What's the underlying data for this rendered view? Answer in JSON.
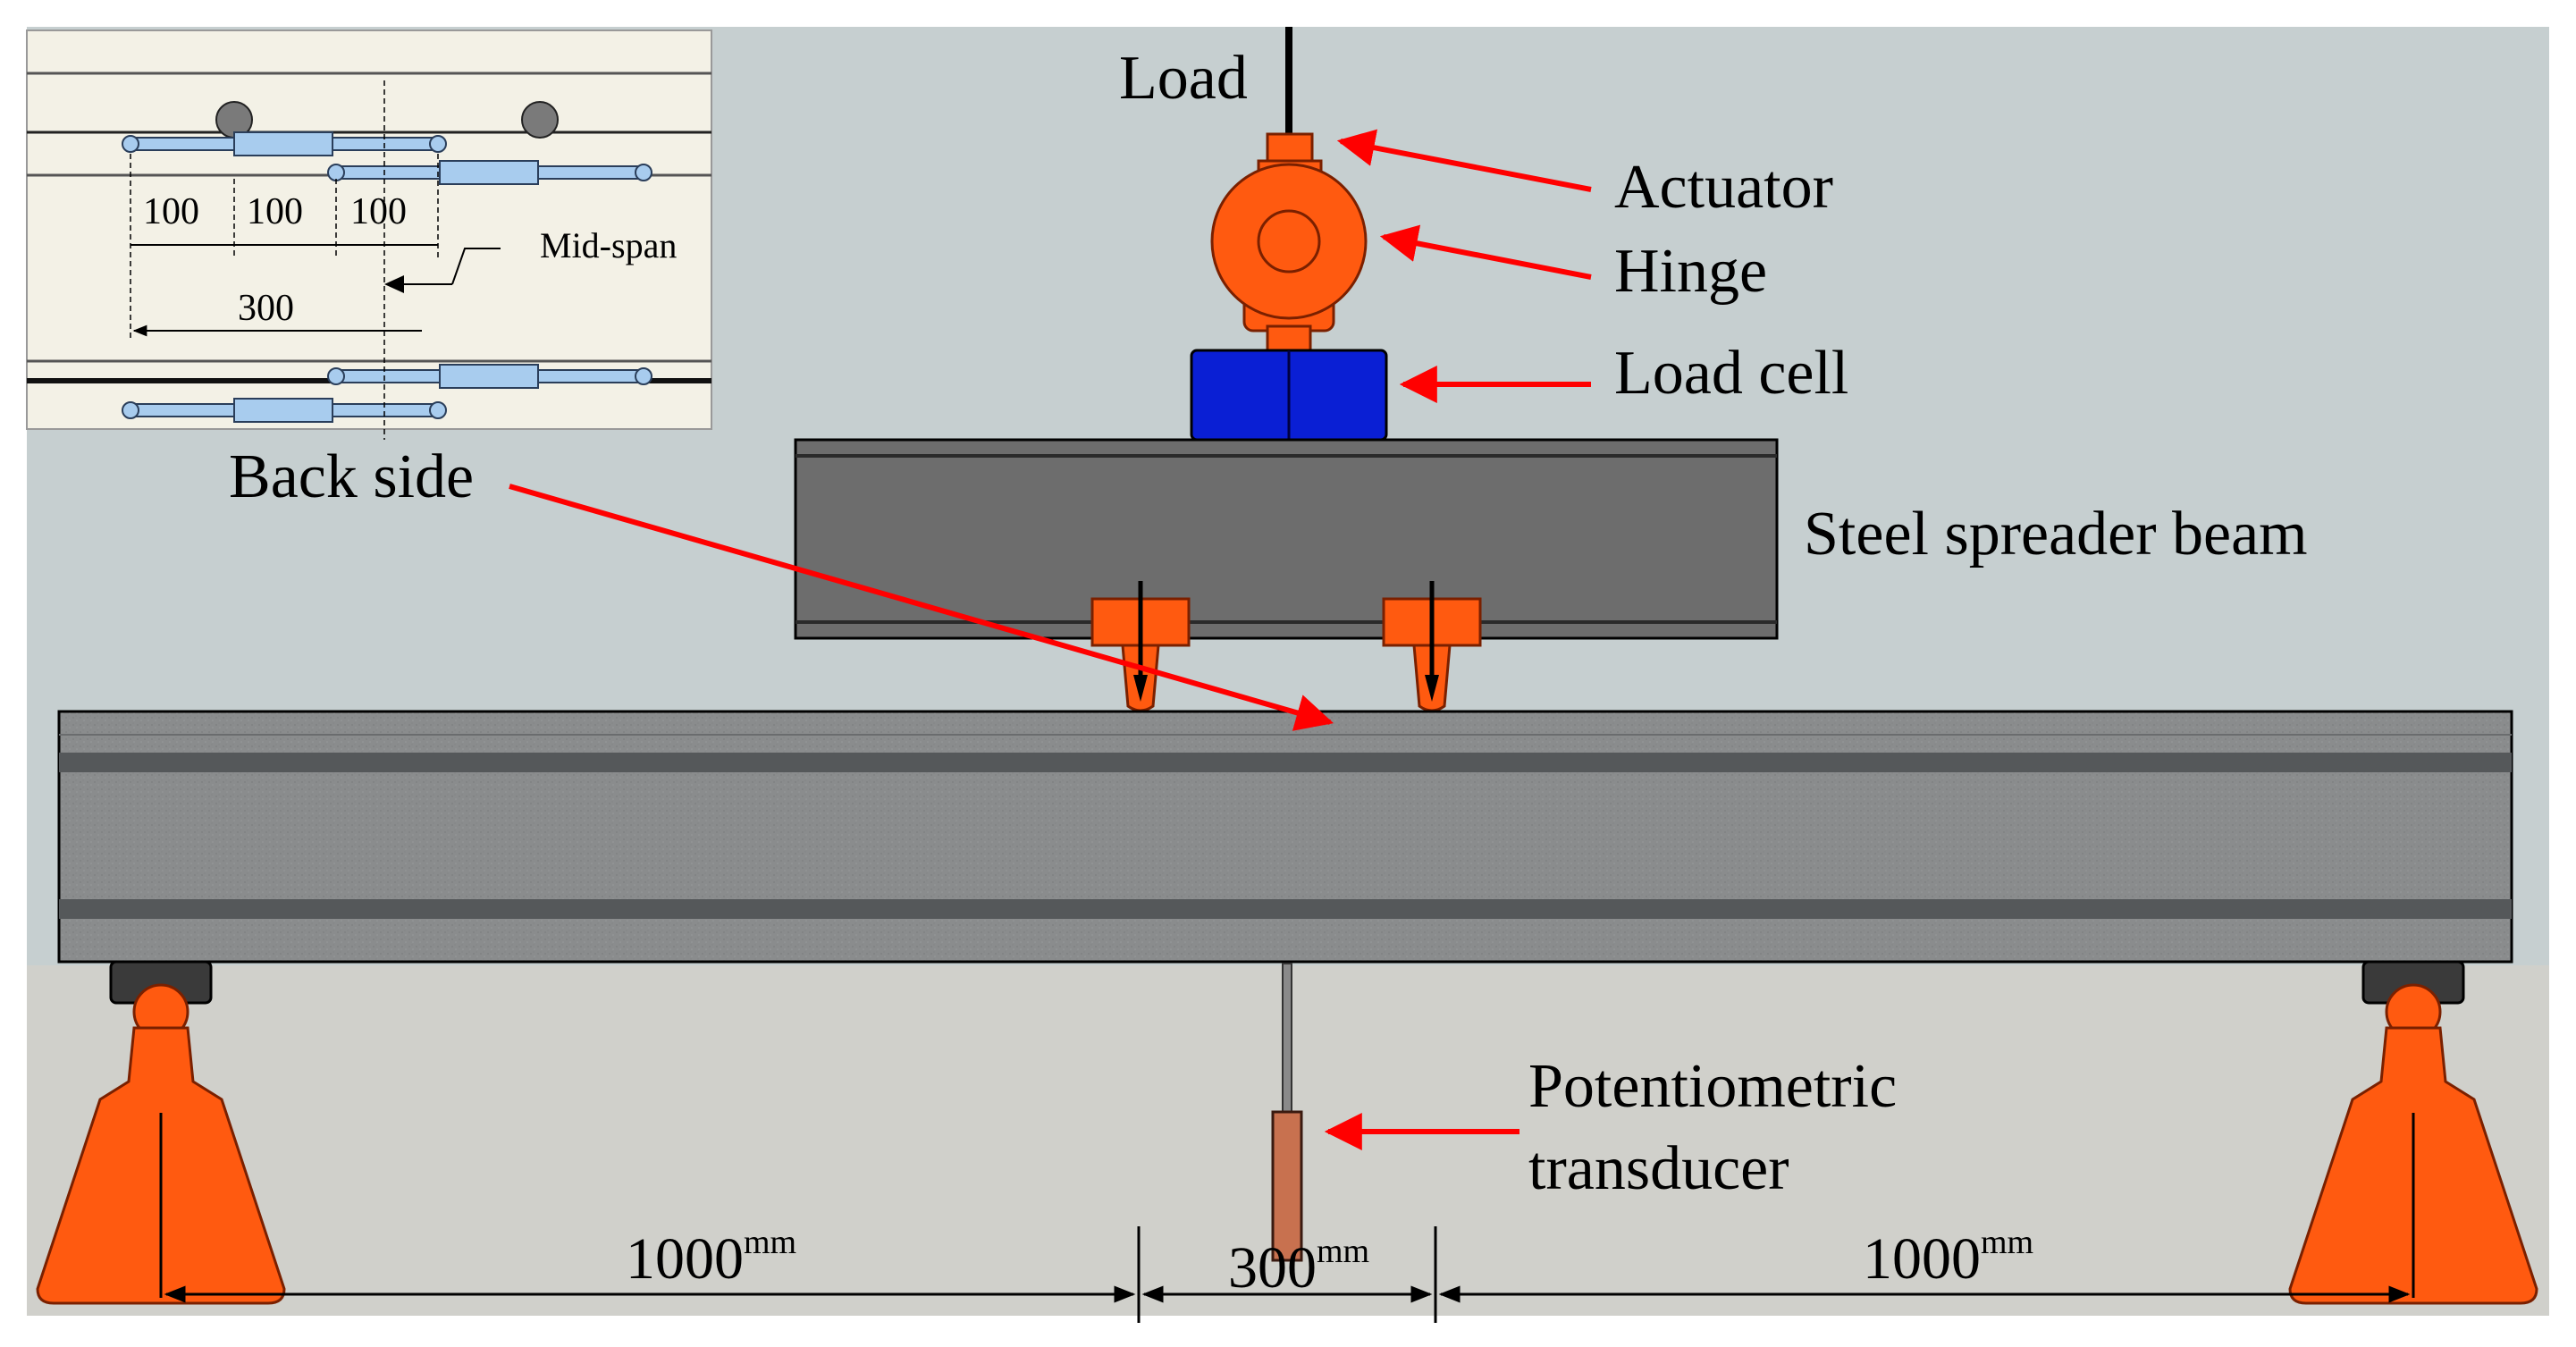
{
  "labels": {
    "load": "Load",
    "actuator": "Actuator",
    "hinge": "Hinge",
    "load_cell": "Load cell",
    "steel_spreader_beam": "Steel spreader beam",
    "back_side": "Back side",
    "potentiometric": "Potentiometric",
    "transducer": "transducer"
  },
  "dimensions": {
    "left_span": "1000",
    "middle_span": "300",
    "right_span": "1000",
    "unit": "mm"
  },
  "inset": {
    "dim_a": "100",
    "dim_b": "100",
    "dim_c": "100",
    "total": "300",
    "mid_span": "Mid-span"
  },
  "colors": {
    "wall": "#c6cfd0",
    "floor": "#d0d0cb",
    "orange": "#ff5a10",
    "orange_dark": "#7a2000",
    "blue": "#0a1fd4",
    "steel": "#6d6d6d",
    "concrete": "#8a8c8d",
    "arrow_red": "#ff0000",
    "gauge_blue": "#a8ccee"
  }
}
